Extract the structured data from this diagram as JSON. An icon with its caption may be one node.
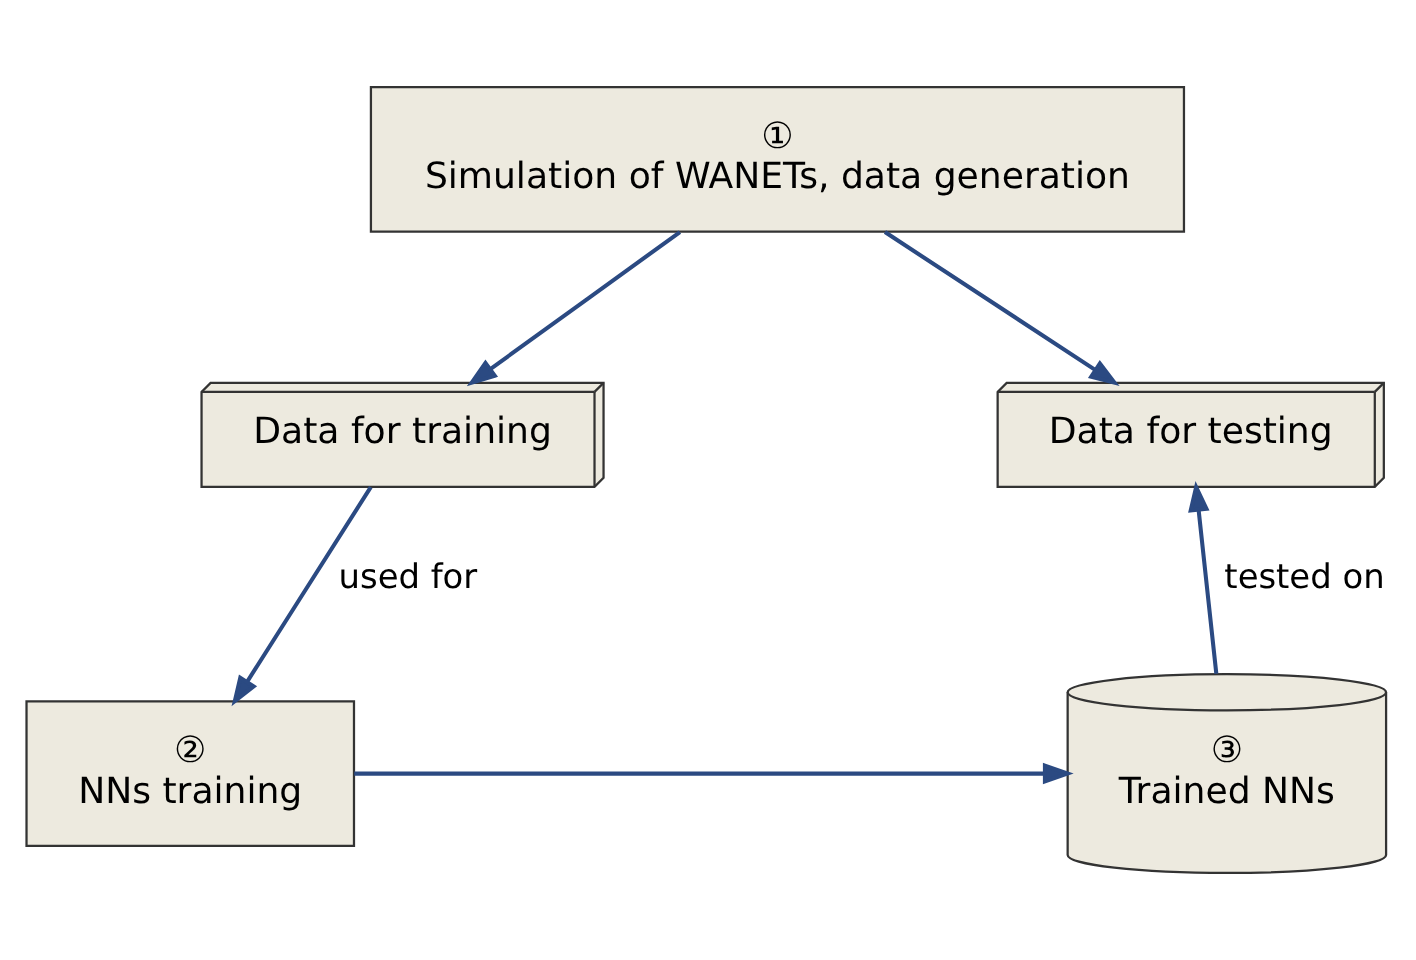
{
  "diagram": {
    "nodes": [
      {
        "text": [
          "①",
          "Simulation of WANETs, data generation"
        ]
      },
      {
        "text": [
          "Data for training"
        ]
      },
      {
        "text": [
          "Data for testing"
        ]
      },
      {
        "text": [
          "②",
          "NNs training"
        ]
      },
      {
        "text": [
          "③",
          "Trained NNs"
        ]
      }
    ],
    "edges": [
      {
        "from": 0,
        "to": 1,
        "arrow": "to"
      },
      {
        "from": 0,
        "to": 2,
        "arrow": "to"
      },
      {
        "from": 1,
        "to": 3,
        "arrow": "to",
        "label": "used for"
      },
      {
        "from": 3,
        "to": 4,
        "arrow": "to"
      },
      {
        "from": 4,
        "to": 2,
        "arrow": "to",
        "label": "tested on"
      }
    ]
  }
}
